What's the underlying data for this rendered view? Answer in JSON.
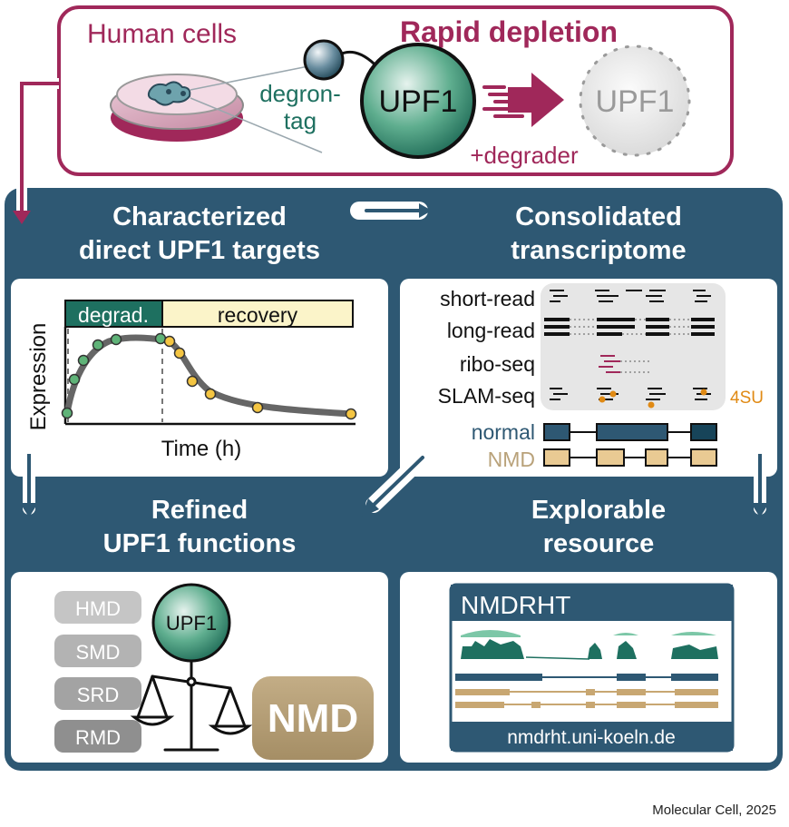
{
  "top_panel": {
    "left_label": "Human cells",
    "title": "Rapid depletion",
    "degron_label_line1": "degron-",
    "degron_label_line2": "tag",
    "protein_label": "UPF1",
    "depleted_label": "UPF1",
    "degrader_label": "+degrader"
  },
  "panel_targets": {
    "title_line1": "Characterized",
    "title_line2": "direct UPF1 targets",
    "phase_degrad": "degrad.",
    "phase_recovery": "recovery",
    "ylabel": "Expression",
    "xlabel": "Time (h)"
  },
  "panel_transcriptome": {
    "title_line1": "Consolidated",
    "title_line2": "transcriptome",
    "rows": [
      "short-read",
      "long-read",
      "ribo-seq",
      "SLAM-seq"
    ],
    "tag_4su": "4SU",
    "normal_label": "normal",
    "nmd_label": "NMD"
  },
  "panel_functions": {
    "title_line1": "Refined",
    "title_line2": "UPF1 functions",
    "pathways": [
      "HMD",
      "SMD",
      "SRD",
      "RMD"
    ],
    "protein_label": "UPF1",
    "nmd_label": "NMD"
  },
  "panel_resource": {
    "title_line1": "Explorable",
    "title_line2": "resource",
    "app_name": "NMDRHT",
    "url": "nmdrht.uni-koeln.de"
  },
  "credit": "Molecular Cell, 2025",
  "colors": {
    "navy": "#2e5873",
    "magenta": "#a0285a",
    "teal": "#1e7060",
    "tan": "#b9a27a",
    "orange": "#e08a14"
  }
}
